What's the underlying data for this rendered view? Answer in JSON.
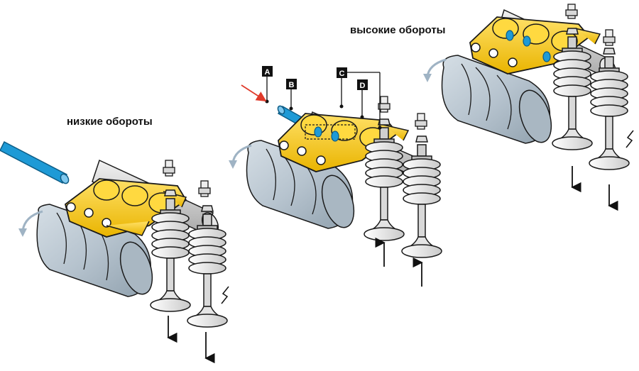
{
  "captions": {
    "low_rpm": "низкие обороты",
    "high_rpm": "высокие обороты"
  },
  "callouts": {
    "a": "A",
    "b": "B",
    "c": "C",
    "d": "D"
  },
  "colors": {
    "rocker_yellow": "#f2c418",
    "rocker_outline": "#1a1a1a",
    "camshaft_grey": "#b9c6d0",
    "pin_blue": "#1e9ad6",
    "callout_arrow": "#e03a2a",
    "motion_arrow": "#9fb3c4"
  }
}
